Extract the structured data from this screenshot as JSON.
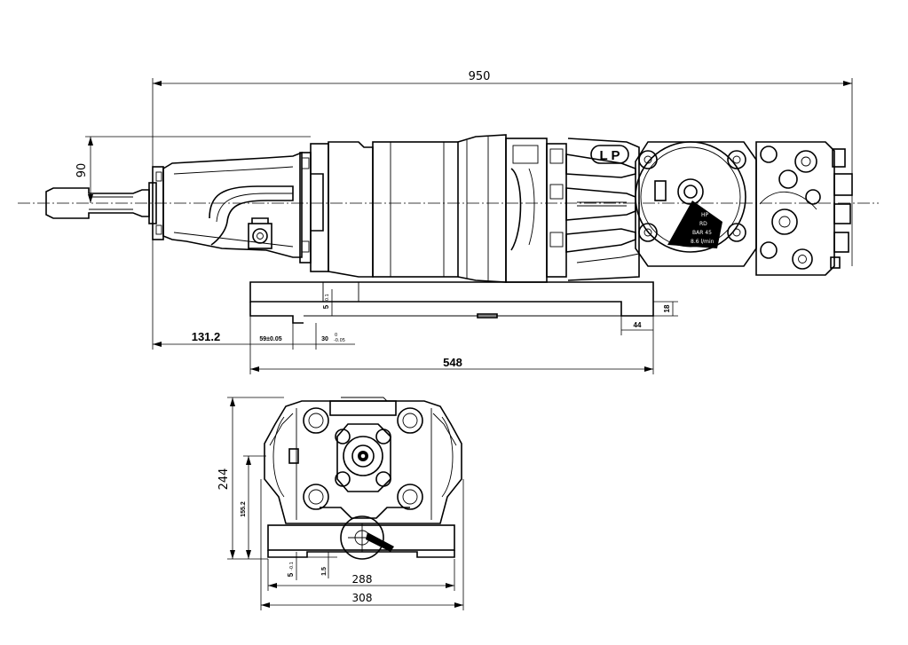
{
  "dimensions": {
    "overall_length": "950",
    "shaft_offset": "90",
    "shaft_protrusion": "131.2",
    "hole_spacing": "59±0.05",
    "slot_width": "30",
    "slot_tol_upper": "0",
    "slot_tol_lower": "-0.05",
    "key_height": "5",
    "key_tol_lower": "-0.1",
    "base_thickness": "18",
    "base_lip": "44",
    "base_length": "548",
    "front_height": "244",
    "axis_height": "155.2",
    "front_key_height": "5",
    "front_key_tol_lower": "-0.1",
    "front_step": "1.5",
    "base_inner_width": "288",
    "base_outer_width": "308"
  },
  "labels": {
    "brand_mark": "L P",
    "plate_line_1": "HP",
    "plate_line_2": "RD",
    "plate_line_3": "BAR 45",
    "plate_line_4": "8.6 l/min"
  },
  "line_color": "#000000",
  "background": "#ffffff"
}
